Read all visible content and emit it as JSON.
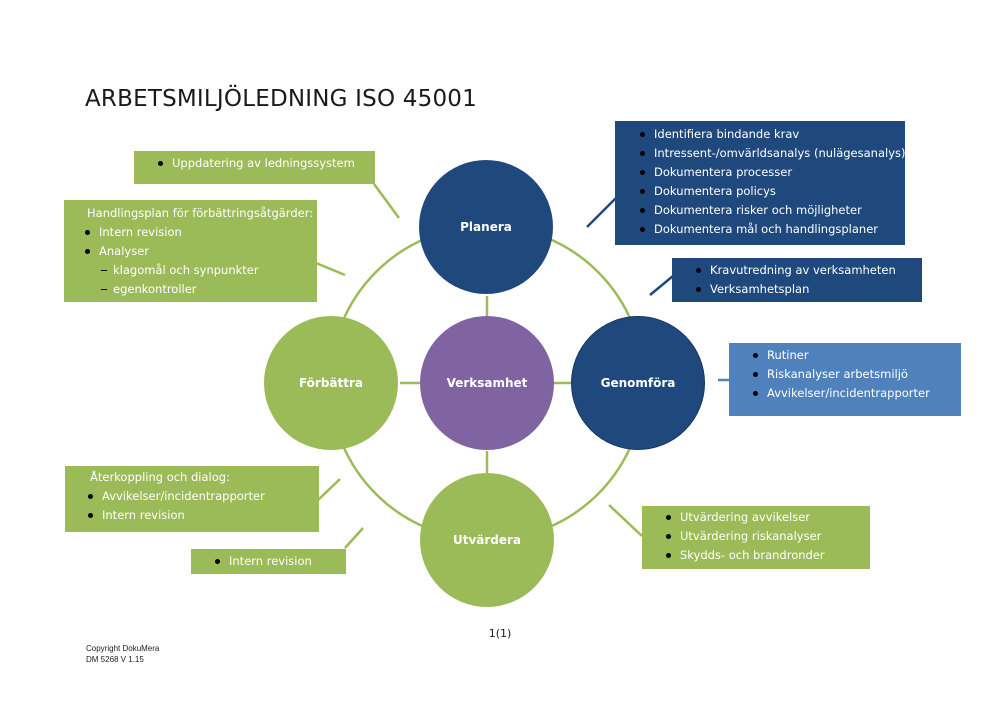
{
  "title": "ARBETSMILJÖLEDNING ISO 45001",
  "colors": {
    "dark_blue": "#1f497d",
    "mid_blue": "#4f81bd",
    "green": "#9bbb59",
    "purple": "#8064a2",
    "ring": "#9bbb59"
  },
  "circles": {
    "planera": "Planera",
    "genomfora": "Genomföra",
    "utvardera": "Utvärdera",
    "forbattra": "Förbättra",
    "verksamhet": "Verksamhet"
  },
  "boxes": {
    "planera_krav": {
      "items": [
        "Identifiera bindande krav",
        "Intressent-/omvärldsanalys (nulägesanalys)",
        "Dokumentera processer",
        "Dokumentera policys",
        "Dokumentera risker och möjligheter",
        "Dokumentera mål och handlingsplaner"
      ]
    },
    "planera_verksamhet": {
      "items": [
        "Kravutredning av verksamheten",
        "Verksamhetsplan"
      ]
    },
    "genomfora": {
      "items": [
        "Rutiner",
        "Riskanalyser arbetsmiljö",
        "Avvikelser/incidentrapporter"
      ]
    },
    "utvardera_right": {
      "items": [
        "Utvärdering avvikelser",
        "Utvärdering riskanalyser",
        "Skydds- och brandronder"
      ]
    },
    "utvardera_left": {
      "items": [
        "Intern revision"
      ]
    },
    "aterkoppling": {
      "heading": "Återkoppling och dialog:",
      "items": [
        "Avvikelser/incidentrapporter",
        "Intern revision"
      ]
    },
    "handlingsplan": {
      "heading": "Handlingsplan för förbättringsåtgärder:",
      "items": [
        "Intern revision",
        "Analyser"
      ],
      "subitems": [
        "klagomål och synpunkter",
        "egenkontroller"
      ]
    },
    "uppdatering": {
      "items": [
        "Uppdatering av ledningssystem"
      ]
    }
  },
  "footer": {
    "page": "1(1)",
    "copyright": "Copyright DokuMera",
    "doc_id": "DM 5268 V 1.15"
  }
}
